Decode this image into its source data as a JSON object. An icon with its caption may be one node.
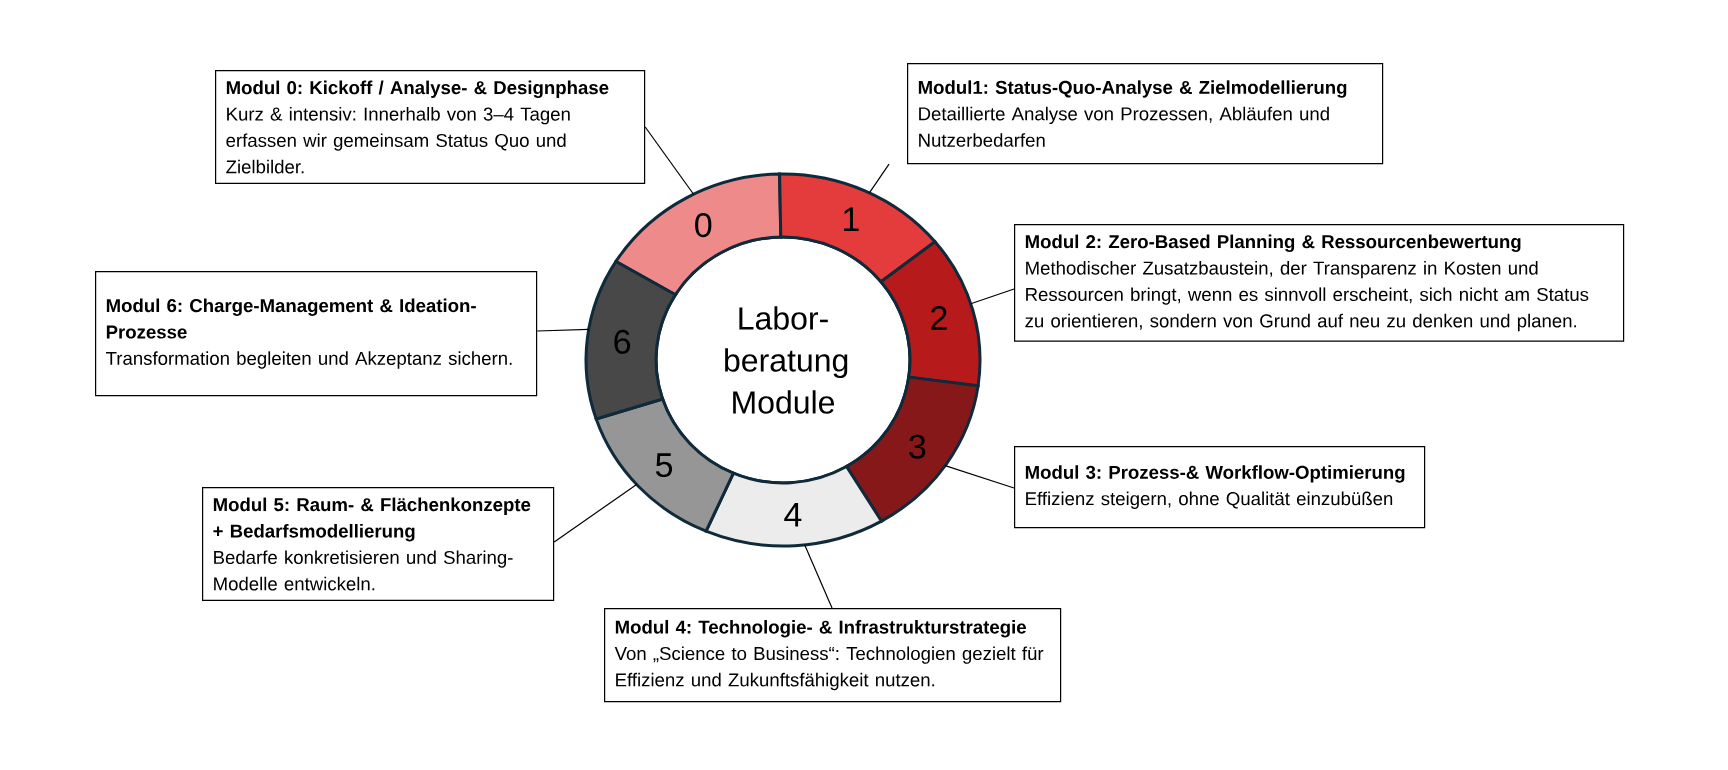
{
  "diagram": {
    "nodes": [
      {
        "text": [
          "Labor- beratung Module"
        ]
      },
      {
        "text": [
          "0"
        ]
      },
      {
        "text": [
          "1"
        ]
      },
      {
        "text": [
          "2"
        ]
      },
      {
        "text": [
          "3"
        ]
      },
      {
        "text": [
          "4"
        ]
      },
      {
        "text": [
          "5"
        ]
      },
      {
        "text": [
          "6"
        ]
      },
      {
        "text": [
          "Modul 0: Kickoff / Analyse- & Designphase",
          "Kurz & intensiv: Innerhalb von 3–4 Tagen erfassen wir gemeinsam Status Quo und Zielbilder."
        ]
      },
      {
        "text": [
          "Modul1: Status-Quo-Analyse & Zielmodellierung",
          "Detaillierte Analyse von Prozessen, Abläufen und Nutzerbedarfen"
        ]
      },
      {
        "text": [
          "Modul 2: Zero-Based Planning & Ressourcenbewertung",
          "Methodischer Zusatzbaustein, der Transparenz in Kosten und Ressourcen bringt, wenn es sinnvoll erscheint, sich nicht am Status zu orientieren, sondern von Grund auf neu zu denken und planen."
        ]
      },
      {
        "text": [
          "Modul 3: Prozess-& Workflow-Optimierung",
          "Effizienz steigern, ohne Qualität einzubüßen"
        ]
      },
      {
        "text": [
          "Modul 4: Technologie- & Infrastrukturstrategie",
          "Von „Science to Business“: Technologien gezielt für Effizienz und Zukunftsfähigkeit nutzen."
        ]
      },
      {
        "text": [
          "Modul 5: Raum- & Flächenkonzepte + Bedarfsmodellierung",
          "Bedarfe konkretisieren und Sharing-Modelle entwickeln."
        ]
      },
      {
        "text": [
          "Modul 6: Charge-Management & Ideation-Prozesse",
          "Transformation begleiten und Akzeptanz sichern."
        ]
      }
    ],
    "edges": [
      {
        "from": 8,
        "to": 1,
        "arrow": "none"
      },
      {
        "from": 9,
        "to": 2,
        "arrow": "none"
      },
      {
        "from": 10,
        "to": 3,
        "arrow": "none"
      },
      {
        "from": 11,
        "to": 4,
        "arrow": "none"
      },
      {
        "from": 12,
        "to": 5,
        "arrow": "none"
      },
      {
        "from": 13,
        "to": 6,
        "arrow": "none"
      },
      {
        "from": 14,
        "to": 7,
        "arrow": "none"
      }
    ]
  }
}
